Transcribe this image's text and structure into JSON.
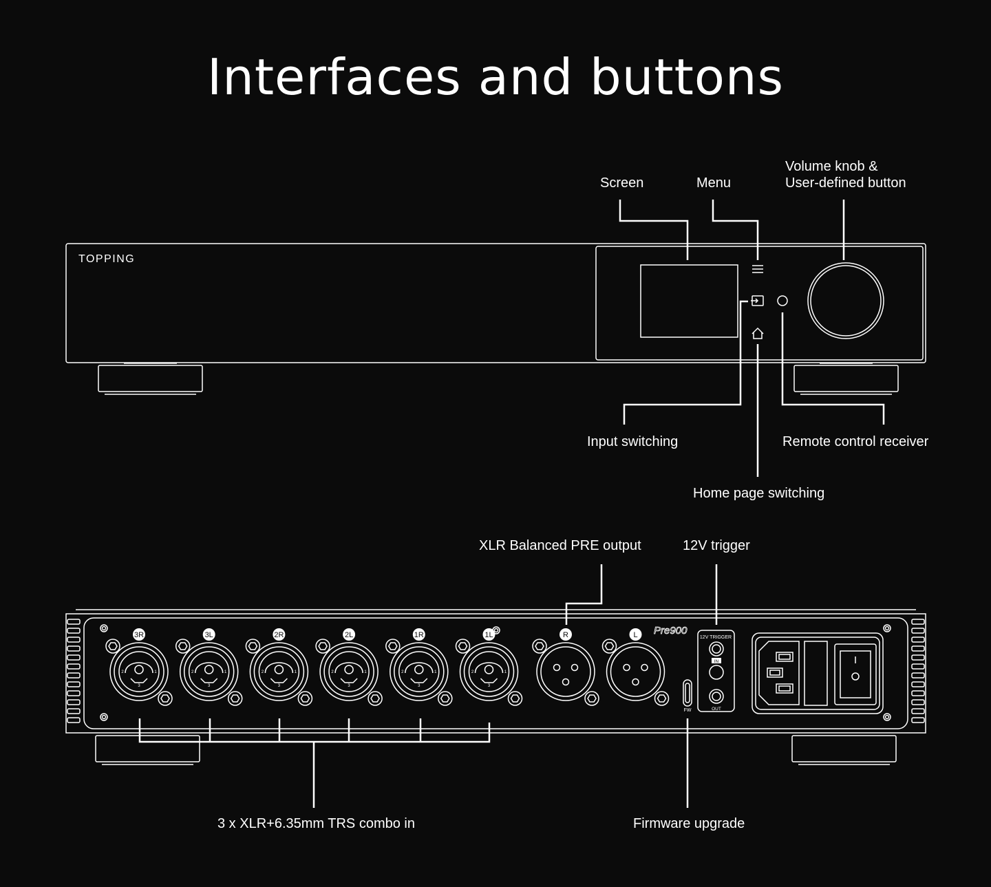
{
  "title": "Interfaces and buttons",
  "front": {
    "brand": "TOPPING",
    "labels": {
      "screen": "Screen",
      "menu": "Menu",
      "volume_line1": "Volume knob &",
      "volume_line2": "User-defined button",
      "input": "Input switching",
      "remote": "Remote control receiver",
      "home": "Home page switching"
    }
  },
  "rear": {
    "model": "Pre900",
    "labels": {
      "xlr_out": "XLR Balanced PRE output",
      "trigger": "12V trigger",
      "combo_in": "3 x XLR+6.35mm TRS combo in",
      "firmware": "Firmware upgrade"
    },
    "inputs": [
      "3R",
      "3L",
      "2R",
      "2L",
      "1R",
      "1L"
    ],
    "outputs": [
      "R",
      "L"
    ],
    "trigger_box": "12V TRIGGER",
    "trigger_in": "IN",
    "trigger_out": "OUT",
    "fw": "FW",
    "pin_labels": [
      "2",
      "1",
      "3"
    ]
  },
  "colors": {
    "background": "#0b0b0b",
    "line": "#ffffff"
  }
}
